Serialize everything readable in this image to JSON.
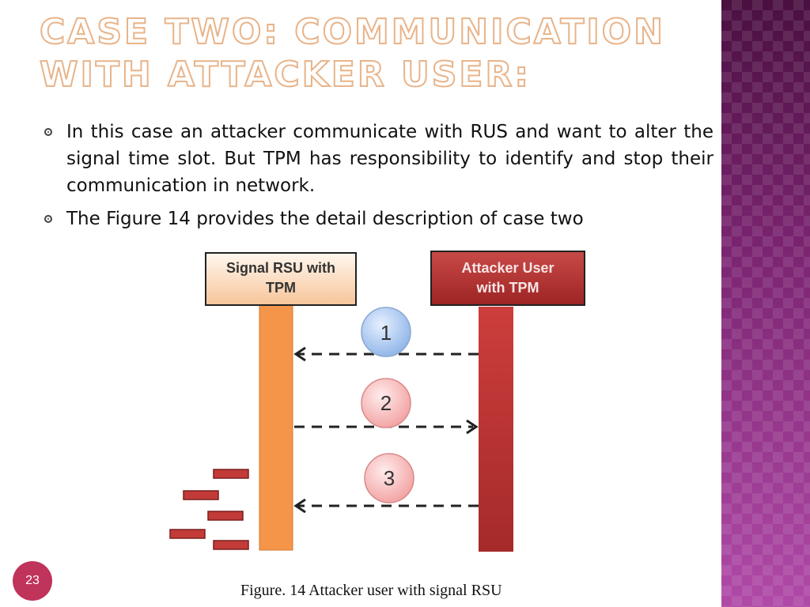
{
  "slide": {
    "title": "Case two: Communication with Attacker User:",
    "bullets": [
      "In this case an attacker communicate with RUS and want to alter the signal time slot. But TPM has responsibility to identify and stop their communication in network.",
      "The Figure 14 provides the detail description of case two"
    ],
    "page_number": "23"
  },
  "figure": {
    "left_box": {
      "line1": "Signal RSU  with",
      "line2": "TPM"
    },
    "right_box": {
      "line1": "Attacker User",
      "line2": "with TPM"
    },
    "steps": [
      {
        "label": "1",
        "direction": "right-to-left",
        "color": "blue"
      },
      {
        "label": "2",
        "direction": "left-to-right",
        "color": "red"
      },
      {
        "label": "3",
        "direction": "right-to-left",
        "color": "red"
      }
    ],
    "caption": "Figure. 14 Attacker user with signal RSU"
  },
  "colors": {
    "title_outline": "#e8b48a",
    "band": "#8d2a8c",
    "left_bar": "#f4954a",
    "right_bar": "#c0393a",
    "page_circle": "#c0335a"
  }
}
